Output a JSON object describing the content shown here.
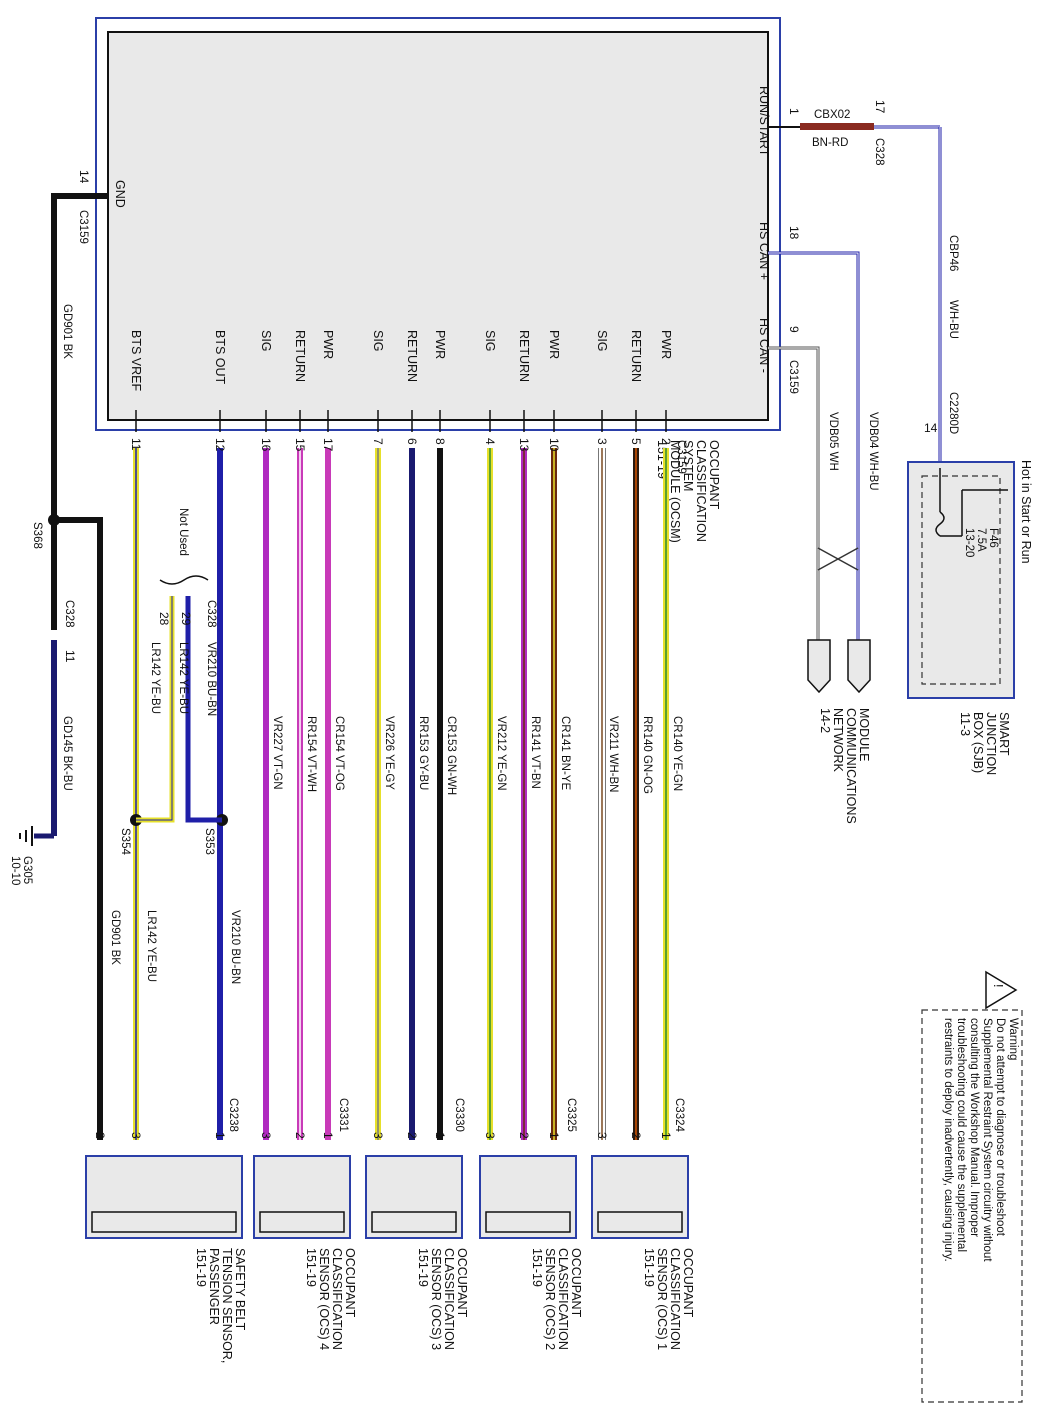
{
  "module": {
    "name": [
      "OCCUPANT",
      "CLASSIFICATION",
      "SYSTEM",
      "MODULE (OCSM)",
      "151-19"
    ],
    "connector": "C3159"
  },
  "ocsm_pins": [
    {
      "pin": "1",
      "label": "RUN/START"
    },
    {
      "pin": "18",
      "label": "HS CAN +"
    },
    {
      "pin": "9",
      "label": "HS CAN -"
    },
    {
      "pin": "14",
      "label": "GND"
    }
  ],
  "bottom_pins": [
    {
      "pin": "2",
      "label": "PWR",
      "circuit": "CR140  YE-GN",
      "color": "#e6e02a",
      "stripe": "#2e8b2e"
    },
    {
      "pin": "5",
      "label": "RETURN",
      "circuit": "RR140  GN-OG",
      "color": "#2a1a10",
      "stripe": "#d35400"
    },
    {
      "pin": "3",
      "label": "SIG",
      "circuit": "VR211  WH-BN",
      "color": "#ffffff",
      "stripe": "#7a4a20"
    },
    {
      "pin": "10",
      "label": "PWR",
      "circuit": "CR141  BN-YE",
      "color": "#6b2a10",
      "stripe": "#e6e02a"
    },
    {
      "pin": "13",
      "label": "RETURN",
      "circuit": "RR141  VT-BN",
      "color": "#b02ac0",
      "stripe": "#6b2a10"
    },
    {
      "pin": "4",
      "label": "SIG",
      "circuit": "VR212  YE-GN",
      "color": "#e6e02a",
      "stripe": "#2e8b2e"
    },
    {
      "pin": "8",
      "label": "PWR",
      "circuit": "CR153  GN-WH",
      "color": "#111111",
      "stripe": "#111111"
    },
    {
      "pin": "6",
      "label": "RETURN",
      "circuit": "RR153  GY-BU",
      "color": "#1a1a70",
      "stripe": "#1a1a70"
    },
    {
      "pin": "7",
      "label": "SIG",
      "circuit": "VR226  YE-GY",
      "color": "#e6e02a",
      "stripe": "#7a7a7a"
    },
    {
      "pin": "17",
      "label": "PWR",
      "circuit": "CR154  VT-OG",
      "color": "#c83ab8",
      "stripe": "#c83ab8"
    },
    {
      "pin": "15",
      "label": "RETURN",
      "circuit": "RR154  VT-WH",
      "color": "#c83ab8",
      "stripe": "#ffffff"
    },
    {
      "pin": "16",
      "label": "SIG",
      "circuit": "VR227  VT-GN",
      "color": "#b02ac0",
      "stripe": "#b02ac0"
    },
    {
      "pin": "12",
      "label": "BTS OUT",
      "circuit": "VR210  BU-BN",
      "color": "#1f1fa8",
      "stripe": "#1f1fa8"
    },
    {
      "pin": "11",
      "label": "BTS VREF",
      "circuit": "LR142  YE-BU",
      "color": "#e6e02a",
      "stripe": "#1f1fa8"
    }
  ],
  "top_wiring": {
    "run_start": {
      "circuit": "CBX02",
      "color_code": "BN-RD",
      "pin_far": "17",
      "connector": "C328"
    },
    "cbp46": {
      "circuit": "CBP46",
      "color_code": "WH-BU",
      "connector": "C2280D",
      "pin": "14"
    },
    "vdb04": "VDB04  WH-BU",
    "vdb05": "VDB05  WH",
    "network": [
      "MODULE",
      "COMMUNICATIONS",
      "NETWORK",
      "14-2"
    ]
  },
  "sjb": {
    "hot": "Hot in Start or Run",
    "fuse": [
      "F46",
      "7.5A",
      "13-20"
    ],
    "name": [
      "SMART",
      "JUNCTION",
      "BOX (SJB)",
      "11-3"
    ]
  },
  "ground": {
    "gnd_circuit": "GD901  BK",
    "splice": "S368",
    "c328_pin": "11",
    "c328": "C328",
    "gd145": "GD145  BK-BU",
    "ground_point": [
      "G305",
      "10-10"
    ]
  },
  "bts_wiring": {
    "c328": "C328",
    "not_used": "Not Used",
    "pin29": "29",
    "pin28": "28",
    "vr210": "VR210  BU-BN",
    "lr142": "LR142  YE-BU",
    "splice_s353": "S353",
    "splice_s354": "S354",
    "gd901_lower": "GD901  BK"
  },
  "sensor_connectors": [
    "C3324",
    "C3325",
    "C3330",
    "C3331",
    "C3238"
  ],
  "sensors": [
    {
      "name": [
        "OCCUPANT",
        "CLASSIFICATION",
        "SENSOR (OCS) 1",
        "151-19"
      ]
    },
    {
      "name": [
        "OCCUPANT",
        "CLASSIFICATION",
        "SENSOR (OCS) 2",
        "151-19"
      ]
    },
    {
      "name": [
        "OCCUPANT",
        "CLASSIFICATION",
        "SENSOR (OCS) 3",
        "151-19"
      ]
    },
    {
      "name": [
        "OCCUPANT",
        "CLASSIFICATION",
        "SENSOR (OCS) 4",
        "151-19"
      ]
    },
    {
      "name": [
        "SAFETY BELT",
        "TENSION SENSOR,",
        "PASSENGER",
        "151-19"
      ]
    }
  ],
  "warning": [
    "Warning",
    "Do not attempt to diagnose or troubleshoot",
    "Supplemental Restraint System circuitry without",
    "consulting the Workshop Manual. Improper",
    "troubleshooting could cause the supplemental",
    "restraints to deploy inadvertently, causing injury."
  ]
}
